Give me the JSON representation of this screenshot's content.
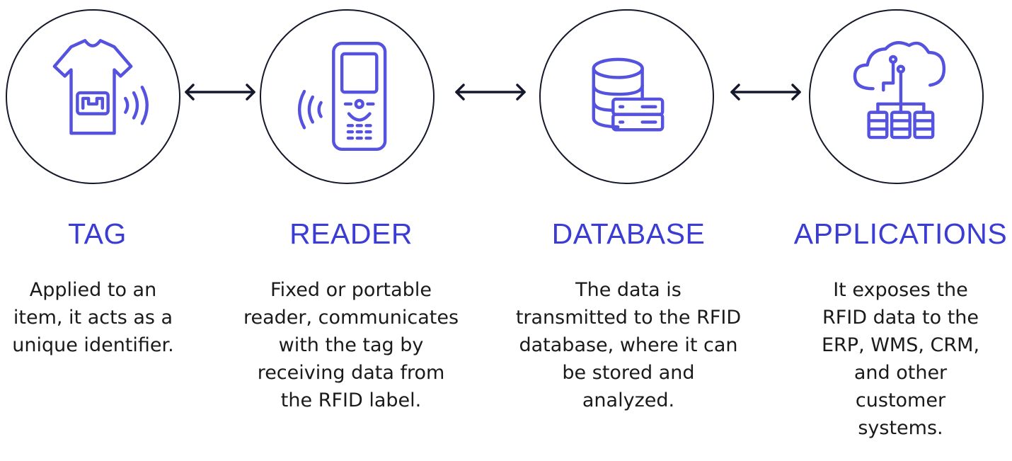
{
  "steps": [
    {
      "title": "TAG",
      "icon": "tshirt-rfid-tag-icon",
      "desc_lines": [
        "Applied to an",
        "item, it acts as a",
        "unique identifier."
      ]
    },
    {
      "title": "READER",
      "icon": "handheld-reader-icon",
      "desc_lines": [
        "Fixed or portable",
        "reader, communicates",
        "with the tag by",
        "receiving data from",
        "the RFID label."
      ]
    },
    {
      "title": "DATABASE",
      "icon": "database-server-icon",
      "desc_lines": [
        "The data is",
        "transmitted to the RFID",
        "database, where it can",
        "be stored and",
        "analyzed."
      ]
    },
    {
      "title": "APPLICATIONS",
      "icon": "cloud-network-icon",
      "desc_lines": [
        "It exposes the",
        "RFID data to the",
        "ERP, WMS, CRM,",
        "and other",
        "customer",
        "systems."
      ]
    }
  ],
  "connectors": [
    "double-arrow-icon",
    "double-arrow-icon",
    "double-arrow-icon"
  ],
  "colors": {
    "accent": "#3b3cd4",
    "icon_stroke": "#5552e0",
    "outline": "#15182b",
    "text": "#1a1a1a"
  }
}
